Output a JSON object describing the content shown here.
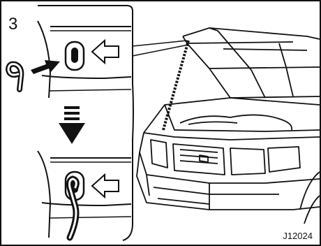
{
  "diagram": {
    "step_number": "3",
    "figure_code": "J12024",
    "colors": {
      "ink": "#111111",
      "paper": "#ffffff"
    },
    "icons": [
      "hood-stay-rod",
      "retainer-hole",
      "hollow-arrow",
      "solid-arrow",
      "down-arrow",
      "vehicle-front-hood-open"
    ]
  }
}
